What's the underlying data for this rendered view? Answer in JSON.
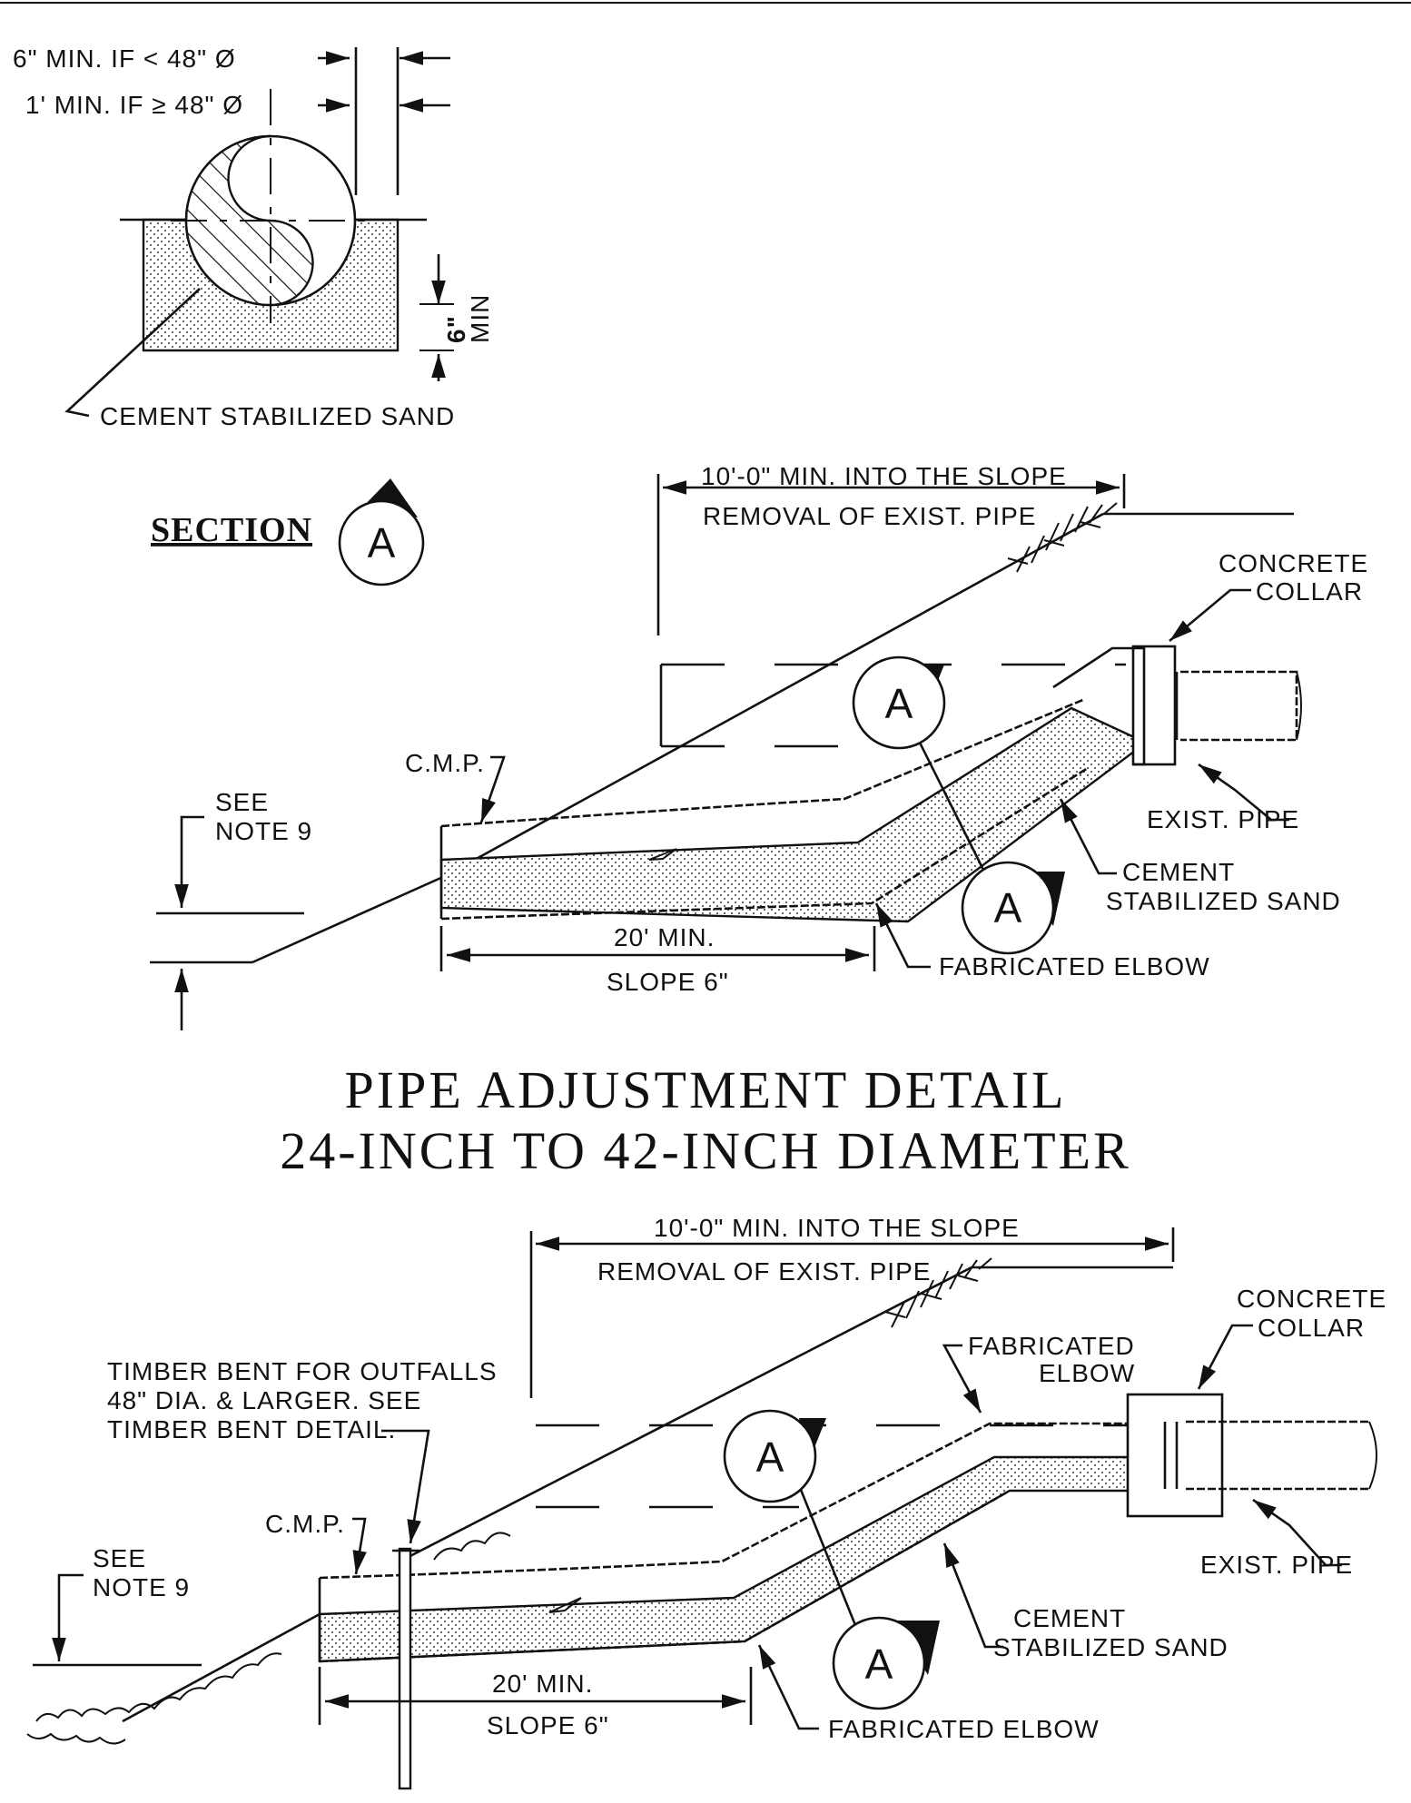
{
  "section_detail": {
    "note_lt48": "6\" MIN. IF  <  48\" Ø",
    "note_ge48": "1' MIN. IF  ≥  48\" Ø",
    "min_6in": "6\"",
    "min_word": "MIN",
    "sand_label": "CEMENT STABILIZED SAND",
    "section_word": "SECTION",
    "section_letter": "A"
  },
  "detail_small": {
    "dim_top": "10'-0\" MIN. INTO THE SLOPE",
    "removal": "REMOVAL OF EXIST. PIPE",
    "collar_1": "CONCRETE",
    "collar_2": "COLLAR",
    "cmp": "C.M.P.",
    "see_1": "SEE",
    "see_2": "NOTE 9",
    "exist_pipe": "EXIST. PIPE",
    "sand_1": "CEMENT",
    "sand_2": "STABILIZED SAND",
    "min_len": "20' MIN.",
    "slope": "SLOPE 6\"",
    "elbow": "FABRICATED ELBOW",
    "cut_letter": "A"
  },
  "title": {
    "line1": "PIPE ADJUSTMENT DETAIL",
    "line2": "24-INCH TO 42-INCH DIAMETER"
  },
  "detail_large": {
    "dim_top": "10'-0\" MIN. INTO THE SLOPE",
    "removal": "REMOVAL OF EXIST. PIPE",
    "collar_1": "CONCRETE",
    "collar_2": "COLLAR",
    "elbow_top_1": "FABRICATED",
    "elbow_top_2": "ELBOW",
    "timber_1": "TIMBER BENT FOR OUTFALLS",
    "timber_2": "48\" DIA. & LARGER. SEE",
    "timber_3": "TIMBER BENT DETAIL.",
    "cmp": "C.M.P.",
    "see_1": "SEE",
    "see_2": "NOTE 9",
    "exist_pipe": "EXIST. PIPE",
    "sand_1": "CEMENT",
    "sand_2": "STABILIZED SAND",
    "min_len": "20' MIN.",
    "slope": "SLOPE 6\"",
    "elbow": "FABRICATED ELBOW",
    "cut_letter": "A"
  }
}
